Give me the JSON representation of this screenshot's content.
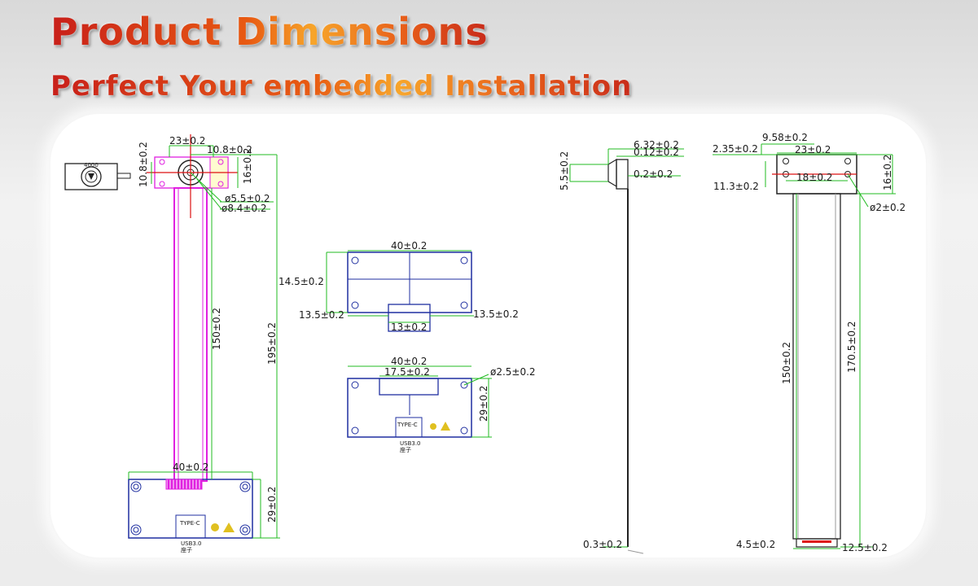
{
  "header": {
    "title": "Product Dimensions",
    "subtitle": "Perfect Your embedded Installation"
  },
  "colors": {
    "outline": "#1f2fa0",
    "dimension": "#22bb22",
    "centerline": "#dd1111",
    "cable": "#e020e0",
    "text": "#1a1a1a"
  },
  "front_view": {
    "width_top": "23±0.2",
    "hole_offset": "10.8±0.2",
    "board_height_left": "10.8±0.2",
    "board_height_right": "16±0.2",
    "lens_diameter": "ø5.5±0.2",
    "lens_outer_diameter": "ø8.4±0.2",
    "cable_length": "150±0.2",
    "total_length": "195±0.2",
    "bottom_board_width": "40±0.2",
    "bottom_board_height": "29±0.2",
    "connector_label": "TYPE-C",
    "usb_label": "USB3.0",
    "usb_sub_label": "座子",
    "thumbnail_number": "4000"
  },
  "back_view": {
    "width": "40±0.2",
    "left_height": "14.5±0.2",
    "tab_left": "13.5±0.2",
    "tab_right": "13.5±0.2",
    "tab_width": "13±0.2"
  },
  "usb_board_view": {
    "width": "40±0.2",
    "connector_width": "17.5±0.2",
    "hole_diameter": "ø2.5±0.2",
    "height": "29±0.2",
    "connector_label": "TYPE-C",
    "usb_label": "USB3.0",
    "usb_sub_label": "座子"
  },
  "side_view": {
    "lens_height": "6.32±0.2",
    "gap": "0.12±0.2",
    "lens_depth": "0.2±0.2",
    "board_height": "5.5±0.2",
    "thickness": "0.3±0.2"
  },
  "rear_view": {
    "top_width": "9.58±0.2",
    "left_offset": "2.35±0.2",
    "board_width": "23±0.2",
    "hole_spacing": "18±0.2",
    "left_edge": "11.3±0.2",
    "board_height": "16±0.2",
    "hole_diameter": "ø2±0.2",
    "cable_length": "150±0.2",
    "total_length": "170.5±0.2",
    "connector_width": "4.5±0.2",
    "connector_height": "12.5±0.2"
  }
}
